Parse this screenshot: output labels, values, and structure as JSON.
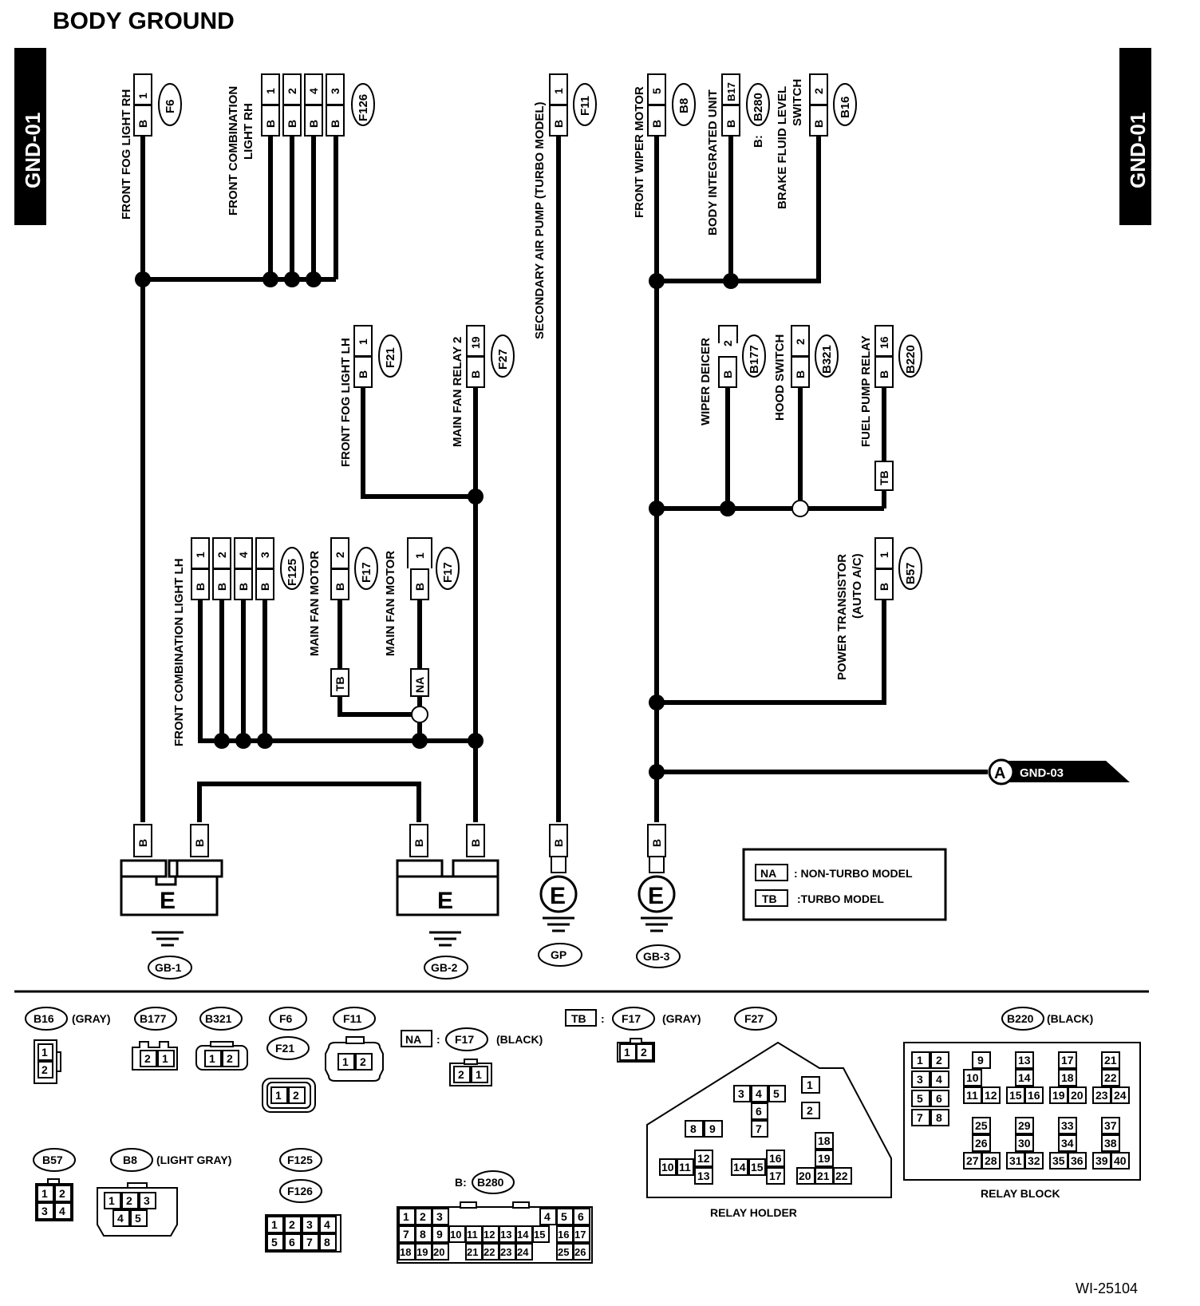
{
  "title": "BODY GROUND",
  "page_code": "GND-01",
  "figure_id": "WI-25104",
  "wire_color_code": "B",
  "ground_letter": "E",
  "grounds": {
    "gb1": "GB-1",
    "gb2": "GB-2",
    "gp": "GP",
    "gb3": "GB-3"
  },
  "offpage": {
    "letter": "A",
    "target": "GND-03"
  },
  "legend": {
    "na_code": "NA",
    "na_text": ": NON-TURBO MODEL",
    "tb_code": "TB",
    "tb_text": ":TURBO MODEL"
  },
  "components": {
    "front_fog_light_rh": {
      "label": "FRONT FOG LIGHT RH",
      "connector": "F6",
      "pins": [
        "1"
      ]
    },
    "front_combination_light_rh": {
      "label_line1": "FRONT COMBINATION",
      "label_line2": "LIGHT RH",
      "connector": "F126",
      "pins": [
        "1",
        "2",
        "4",
        "3"
      ]
    },
    "secondary_air_pump": {
      "label": "SECONDARY AIR PUMP (TURBO MODEL)",
      "connector": "F11",
      "pins": [
        "1"
      ]
    },
    "front_wiper_motor": {
      "label": "FRONT WIPER MOTOR",
      "connector": "B8",
      "pins": [
        "5"
      ]
    },
    "body_integrated_unit": {
      "label": "BODY INTEGRATED UNIT",
      "connector": "B280",
      "connector_prefix": "B:",
      "pins": [
        "B17"
      ]
    },
    "brake_fluid_level_switch": {
      "label_line1": "BRAKE FLUID LEVEL",
      "label_line2": "SWITCH",
      "connector": "B16",
      "pins": [
        "2"
      ]
    },
    "front_fog_light_lh": {
      "label": "FRONT FOG LIGHT LH",
      "connector": "F21",
      "pins": [
        "1"
      ]
    },
    "main_fan_relay_2": {
      "label": "MAIN FAN RELAY 2",
      "connector": "F27",
      "pins": [
        "19"
      ]
    },
    "wiper_deicer": {
      "label": "WIPER DEICER",
      "connector": "B177",
      "pins": [
        "2"
      ]
    },
    "hood_switch": {
      "label": "HOOD SWITCH",
      "connector": "B321",
      "pins": [
        "2"
      ]
    },
    "fuel_pump_relay": {
      "label": "FUEL PUMP RELAY",
      "connector": "B220",
      "pins": [
        "16"
      ]
    },
    "front_combination_light_lh": {
      "label": "FRONT COMBINATION LIGHT LH",
      "connector": "F125",
      "pins": [
        "1",
        "2",
        "4",
        "3"
      ]
    },
    "main_fan_motor_tb": {
      "label": "MAIN FAN MOTOR",
      "connector": "F17",
      "pins": [
        "2"
      ]
    },
    "main_fan_motor_na": {
      "label": "MAIN FAN MOTOR",
      "connector": "F17",
      "pins": [
        "1"
      ]
    },
    "power_transistor": {
      "label_line1": "POWER TRANSISTOR",
      "label_line2": "(AUTO A/C)",
      "connector": "B57",
      "pins": [
        "1"
      ]
    }
  },
  "connector_views": {
    "b16": {
      "id": "B16",
      "color": "(GRAY)"
    },
    "b177": {
      "id": "B177"
    },
    "b321": {
      "id": "B321"
    },
    "f6": {
      "id": "F6"
    },
    "f21": {
      "id": "F21"
    },
    "f11": {
      "id": "F11"
    },
    "f17_na": {
      "prefix": "NA",
      "id": "F17",
      "color": "(BLACK)"
    },
    "f17_tb": {
      "prefix": "TB",
      "id": "F17",
      "color": "(GRAY)"
    },
    "f27": {
      "id": "F27",
      "caption": "RELAY HOLDER"
    },
    "b220": {
      "id": "B220",
      "color": "(BLACK)",
      "caption": "RELAY BLOCK"
    },
    "b57": {
      "id": "B57"
    },
    "b8": {
      "id": "B8",
      "color": "(LIGHT GRAY)"
    },
    "f125": {
      "id": "F125"
    },
    "f126": {
      "id": "F126"
    },
    "b280": {
      "prefix": "B:",
      "id": "B280"
    }
  }
}
